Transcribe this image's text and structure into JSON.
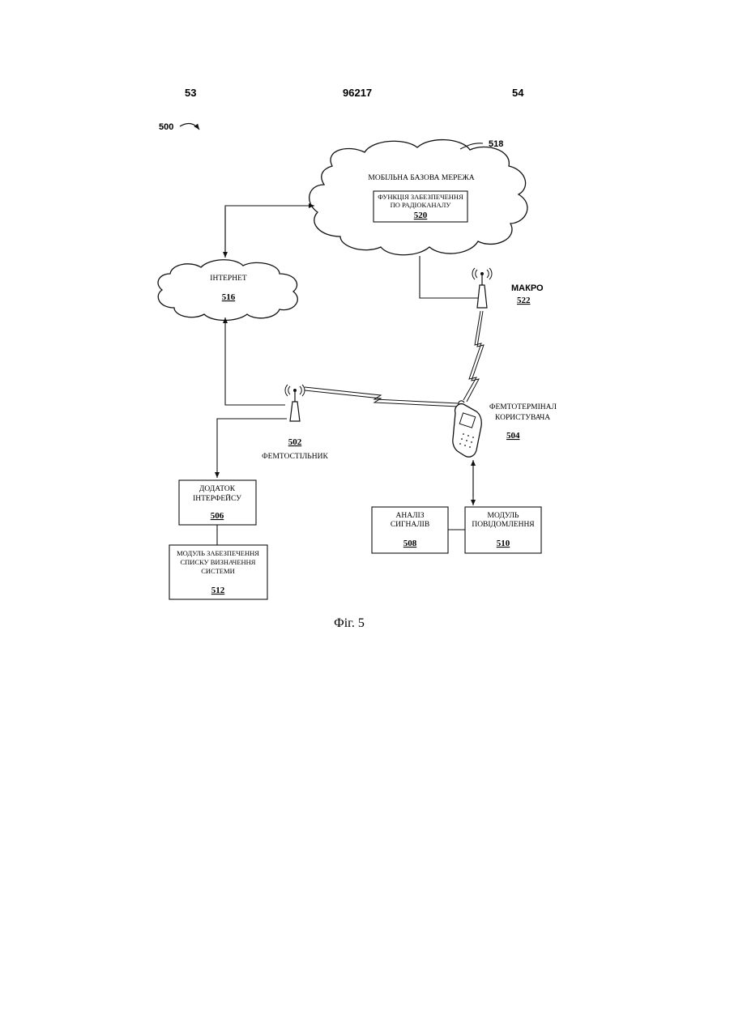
{
  "header": {
    "left_page": "53",
    "patent_number": "96217",
    "right_page": "54"
  },
  "figure": {
    "ref": "500",
    "caption": "Фіг. 5"
  },
  "mobile_core_network": {
    "ref": "518",
    "label": "МОБІЛЬНА БАЗОВА МЕРЕЖА",
    "rf_function": {
      "line1": "ФУНКЦІЯ ЗАБЕЗПЕЧЕННЯ",
      "line2": "ПО РАДІОКАНАЛУ",
      "ref": "520"
    }
  },
  "internet": {
    "label": "ІНТЕРНЕТ",
    "ref": "516"
  },
  "macro": {
    "label": "МАКРО",
    "ref": "522"
  },
  "femtocell": {
    "ref": "502",
    "label": "ФЕМТОСТІЛЬНИК"
  },
  "user_terminal": {
    "line1": "ФЕМТОТЕРМІНАЛ",
    "line2": "КОРИСТУВАЧА",
    "ref": "504"
  },
  "interface_app": {
    "line1": "ДОДАТОК",
    "line2": "ІНТЕРФЕЙСУ",
    "ref": "506"
  },
  "system_list_module": {
    "line1": "МОДУЛЬ ЗАБЕЗПЕЧЕННЯ",
    "line2": "СПИСКУ ВИЗНАЧЕННЯ",
    "line3": "СИСТЕМИ",
    "ref": "512"
  },
  "signal_analysis": {
    "line1": "АНАЛІЗ",
    "line2": "СИГНАЛІВ",
    "ref": "508"
  },
  "message_module": {
    "line1": "МОДУЛЬ",
    "line2": "ПОВІДОМЛЕННЯ",
    "ref": "510"
  }
}
